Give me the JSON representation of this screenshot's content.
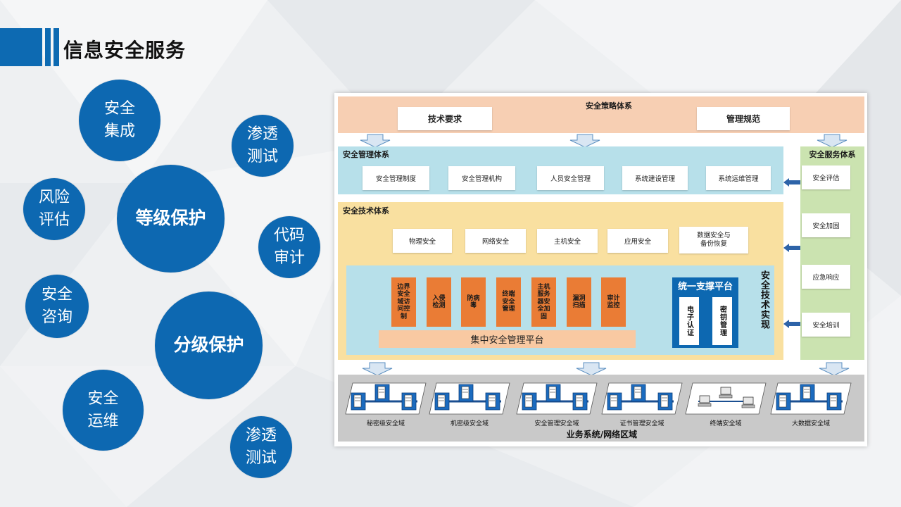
{
  "page": {
    "title": "信息安全服务"
  },
  "bubbles": [
    {
      "label": "安全\n集成"
    },
    {
      "label": "渗透\n测试"
    },
    {
      "label": "风险\n评估"
    },
    {
      "label": "等级保护"
    },
    {
      "label": "代码\n审计"
    },
    {
      "label": "安全\n咨询"
    },
    {
      "label": "分级保护"
    },
    {
      "label": "安全\n运维"
    },
    {
      "label": "渗透\n测试"
    }
  ],
  "diagram": {
    "policy": {
      "title": "安全策略体系",
      "items": [
        "技术要求",
        "管理规范"
      ]
    },
    "management": {
      "title": "安全管理体系",
      "items": [
        "安全管理制度",
        "安全管理机构",
        "人员安全管理",
        "系统建设管理",
        "系统运维管理"
      ]
    },
    "technology": {
      "title": "安全技术体系",
      "items": [
        "物理安全",
        "网络安全",
        "主机安全",
        "应用安全",
        "数据安全与\n备份恢复"
      ],
      "implementation_label": "安全技术实现",
      "modules": [
        "边界\n安全\n域访\n问控\n制",
        "入侵\n检测",
        "防病\n毒",
        "终端\n安全\n管理",
        "主机\n服务\n器安\n全加\n固",
        "漏洞\n扫描",
        "审计\n监控"
      ],
      "central_platform": "集中安全管理平台",
      "support_platform": {
        "title": "统一支撑平台",
        "items": [
          "电子认证",
          "密钥管理"
        ]
      }
    },
    "service": {
      "title": "安全服务体系",
      "items": [
        "安全评估",
        "安全加固",
        "应急响应",
        "安全培训"
      ]
    },
    "zones": {
      "title": "业务系统/网络区域",
      "items": [
        "秘密级安全域",
        "机密级安全域",
        "安全管理安全域",
        "证书管理安全域",
        "终端安全域",
        "大数据安全域"
      ]
    }
  },
  "colors": {
    "brand_blue": "#0d68b1",
    "policy_bg": "#f7cfb3",
    "management_bg": "#b7e0ea",
    "technology_bg": "#f9e0a0",
    "service_bg": "#cbe3b0",
    "module_orange": "#ea7c35",
    "zone_gray": "#c9c9c9"
  }
}
